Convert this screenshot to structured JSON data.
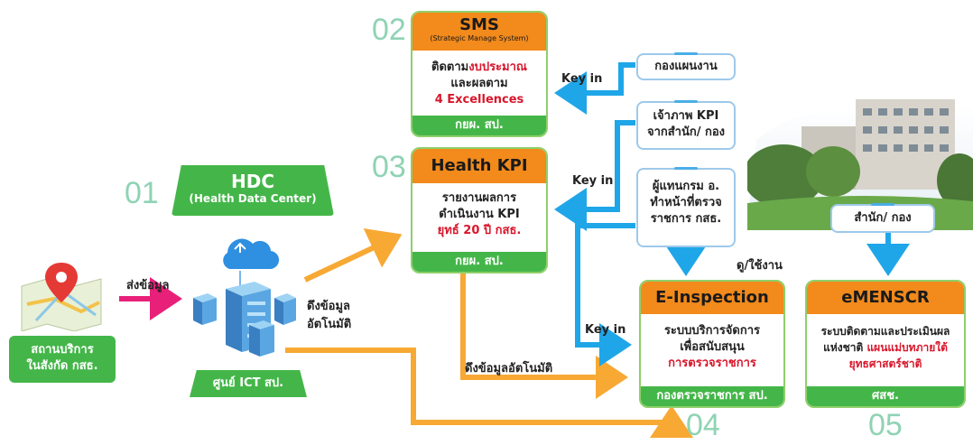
{
  "numbers": {
    "n01": "01",
    "n02": "02",
    "n03": "03",
    "n04": "04",
    "n05": "05"
  },
  "hdc": {
    "title": "HDC",
    "subtitle": "(Health Data Center)"
  },
  "source": {
    "line1": "สถานบริการ",
    "line2": "ในสังกัด กสธ.",
    "send_label": "ส่งข้อมูล"
  },
  "ict": {
    "label": "ศูนย์ ICT สป.",
    "pull_line1": "ดึงข้อมูล",
    "pull_line2": "อัตโนมัติ"
  },
  "sms": {
    "title": "SMS",
    "subtitle": "(Strategic Manage System)",
    "line1_a": "ติดตาม",
    "line1_b": "งบประมาณ",
    "line2": "และผลตาม",
    "line3": "4 Excellences",
    "footer": "กยผ. สป."
  },
  "health_kpi": {
    "title": "Health KPI",
    "line1": "รายงานผลการ",
    "line2": "ดำเนินงาน KPI",
    "line3": "ยุทธ์ 20 ปี กสธ.",
    "footer": "กยผ. สป."
  },
  "einspection": {
    "title": "E-Inspection",
    "line1": "ระบบบริการจัดการ",
    "line2": "เพื่อสนับสนุน",
    "line3": "การตรวจราชการ",
    "footer": "กองตรวจราชการ สป."
  },
  "emenscr": {
    "title": "eMENSCR",
    "line1": "ระบบติดตามและประเมินผล",
    "line2_a": "แห่งชาติ ",
    "line2_b": "แผนแม่บทภายใต้",
    "line3": "ยุทธศาสตร์ชาติ",
    "footer": "ศสช."
  },
  "blue_boxes": {
    "plan_div": "กองแผนงาน",
    "kpi_owner_1": "เจ้าภาพ KPI",
    "kpi_owner_2": "จากสำนัก/ กอง",
    "rep_1": "ผู้แทนกรม อ.",
    "rep_2": "ทำหน้าที่ตรวจ",
    "rep_3": "ราชการ กสธ.",
    "office": "สำนัก/ กอง"
  },
  "labels": {
    "keyin_sms": "Key in",
    "keyin_kpi": "Key in",
    "keyin_einsp": "Key in",
    "view_use": "ดู/ใช้งาน",
    "auto_pull": "ดึงข้อมูลอัตโนมัติ"
  },
  "colors": {
    "orange": "#f28a1c",
    "green": "#44b649",
    "blue": "#1fa6e8",
    "pink": "#e8207a",
    "arrow_orange": "#f7a934"
  }
}
